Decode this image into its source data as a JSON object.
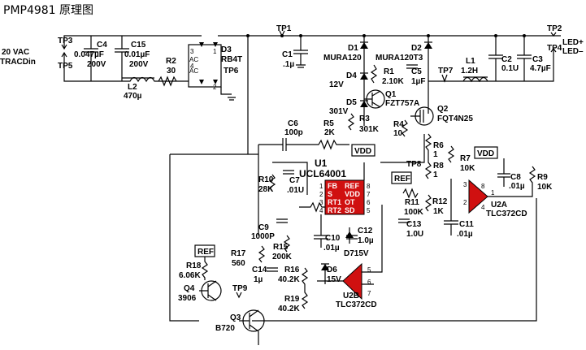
{
  "title": "PMP4981 原理图",
  "labels": {
    "input": [
      "20 VAC",
      "TRACDin"
    ],
    "tp1": "TP1",
    "tp2": "TP2",
    "tp3": "TP3",
    "tp4": "TP4",
    "tp5": "TP5",
    "tp6": "TP6",
    "tp7": "TP7",
    "tp8": "TP8",
    "tp9": "TP9",
    "led_plus": "LED+",
    "led_minus": "LED–",
    "c4": [
      "C4",
      "0.047µF",
      "200V"
    ],
    "c15": [
      "C15",
      "0.01µF",
      "200V"
    ],
    "r2": [
      "R2",
      "30"
    ],
    "l2": [
      "L2",
      "470µ"
    ],
    "d3": [
      "D3",
      "RB4T"
    ],
    "c1": [
      "C1",
      ".1µ"
    ],
    "d1": [
      "D1",
      "MURA120"
    ],
    "d2": [
      "D2",
      "MURA120T3"
    ],
    "l1": [
      "L1",
      "1.2H"
    ],
    "c2": [
      "C2",
      "0.1U"
    ],
    "c3": [
      "C3",
      "4.7µF"
    ],
    "d4": [
      "D4",
      "12V"
    ],
    "r1": [
      "R1",
      "2.10K"
    ],
    "c5": [
      "C5",
      "1µF"
    ],
    "q1": [
      "Q1",
      "FZT757A"
    ],
    "d5": [
      "D5",
      "301V"
    ],
    "r3": [
      "R3",
      "301K"
    ],
    "q2": [
      "Q2",
      "FQT4N25"
    ],
    "c6": [
      "C6",
      "100p"
    ],
    "r5": [
      "R5",
      "2K"
    ],
    "r4": [
      "R4",
      "10"
    ],
    "r6": [
      "R6",
      "1"
    ],
    "r7": [
      "R7",
      "10K"
    ],
    "r8": [
      "R8",
      "1"
    ],
    "vdd": "VDD",
    "vdd2": "VDD",
    "u1": [
      "U1",
      "UCL64001"
    ],
    "u1_pins_left": [
      "FB",
      "S",
      "RT1",
      "RT2"
    ],
    "u1_pins_right": [
      "REF",
      "VDD",
      "OT",
      "SD"
    ],
    "u1_num_left": [
      "1",
      "2",
      "3",
      "4"
    ],
    "u1_num_right": [
      "8",
      "7",
      "6",
      "5"
    ],
    "r10": [
      "R10",
      "28K"
    ],
    "c7": [
      "C7",
      ".01U"
    ],
    "ref": "REF",
    "ref2": "REF",
    "r11": [
      "R11",
      "100K"
    ],
    "r12": [
      "R12",
      "1K"
    ],
    "c13": [
      "C13",
      "1.0U"
    ],
    "c11": [
      "C11",
      ".01µ"
    ],
    "c8": [
      "C8",
      ".01µ"
    ],
    "r9": [
      "R9",
      "10K"
    ],
    "u2a": [
      "U2A",
      "TLC372CD"
    ],
    "u2a_pins": [
      "3",
      "2",
      "1",
      "8",
      "4"
    ],
    "c9": [
      "C9",
      "1000P"
    ],
    "r15": [
      "R15",
      "200K"
    ],
    "c10": [
      "C10",
      ".01µ"
    ],
    "c12": [
      "C12",
      "1.0µ"
    ],
    "d7": "D715V",
    "r17": [
      "R17",
      "560"
    ],
    "c14": [
      "C14",
      "1µ"
    ],
    "d6": [
      "D6",
      "15V"
    ],
    "r16": [
      "R16",
      "40.2K"
    ],
    "r19": [
      "R19",
      "40.2K"
    ],
    "u2b": [
      "U2B",
      "TLC372CD"
    ],
    "u2b_pins": [
      "5",
      "6",
      "7"
    ],
    "r18": [
      "R18",
      "6.06K"
    ],
    "q4": [
      "Q4",
      "3906"
    ],
    "q3": [
      "Q3",
      "B720"
    ],
    "bridge_ac": [
      "AC",
      "AC"
    ],
    "bridge_pins": [
      "3",
      "1",
      "4",
      "2"
    ]
  }
}
